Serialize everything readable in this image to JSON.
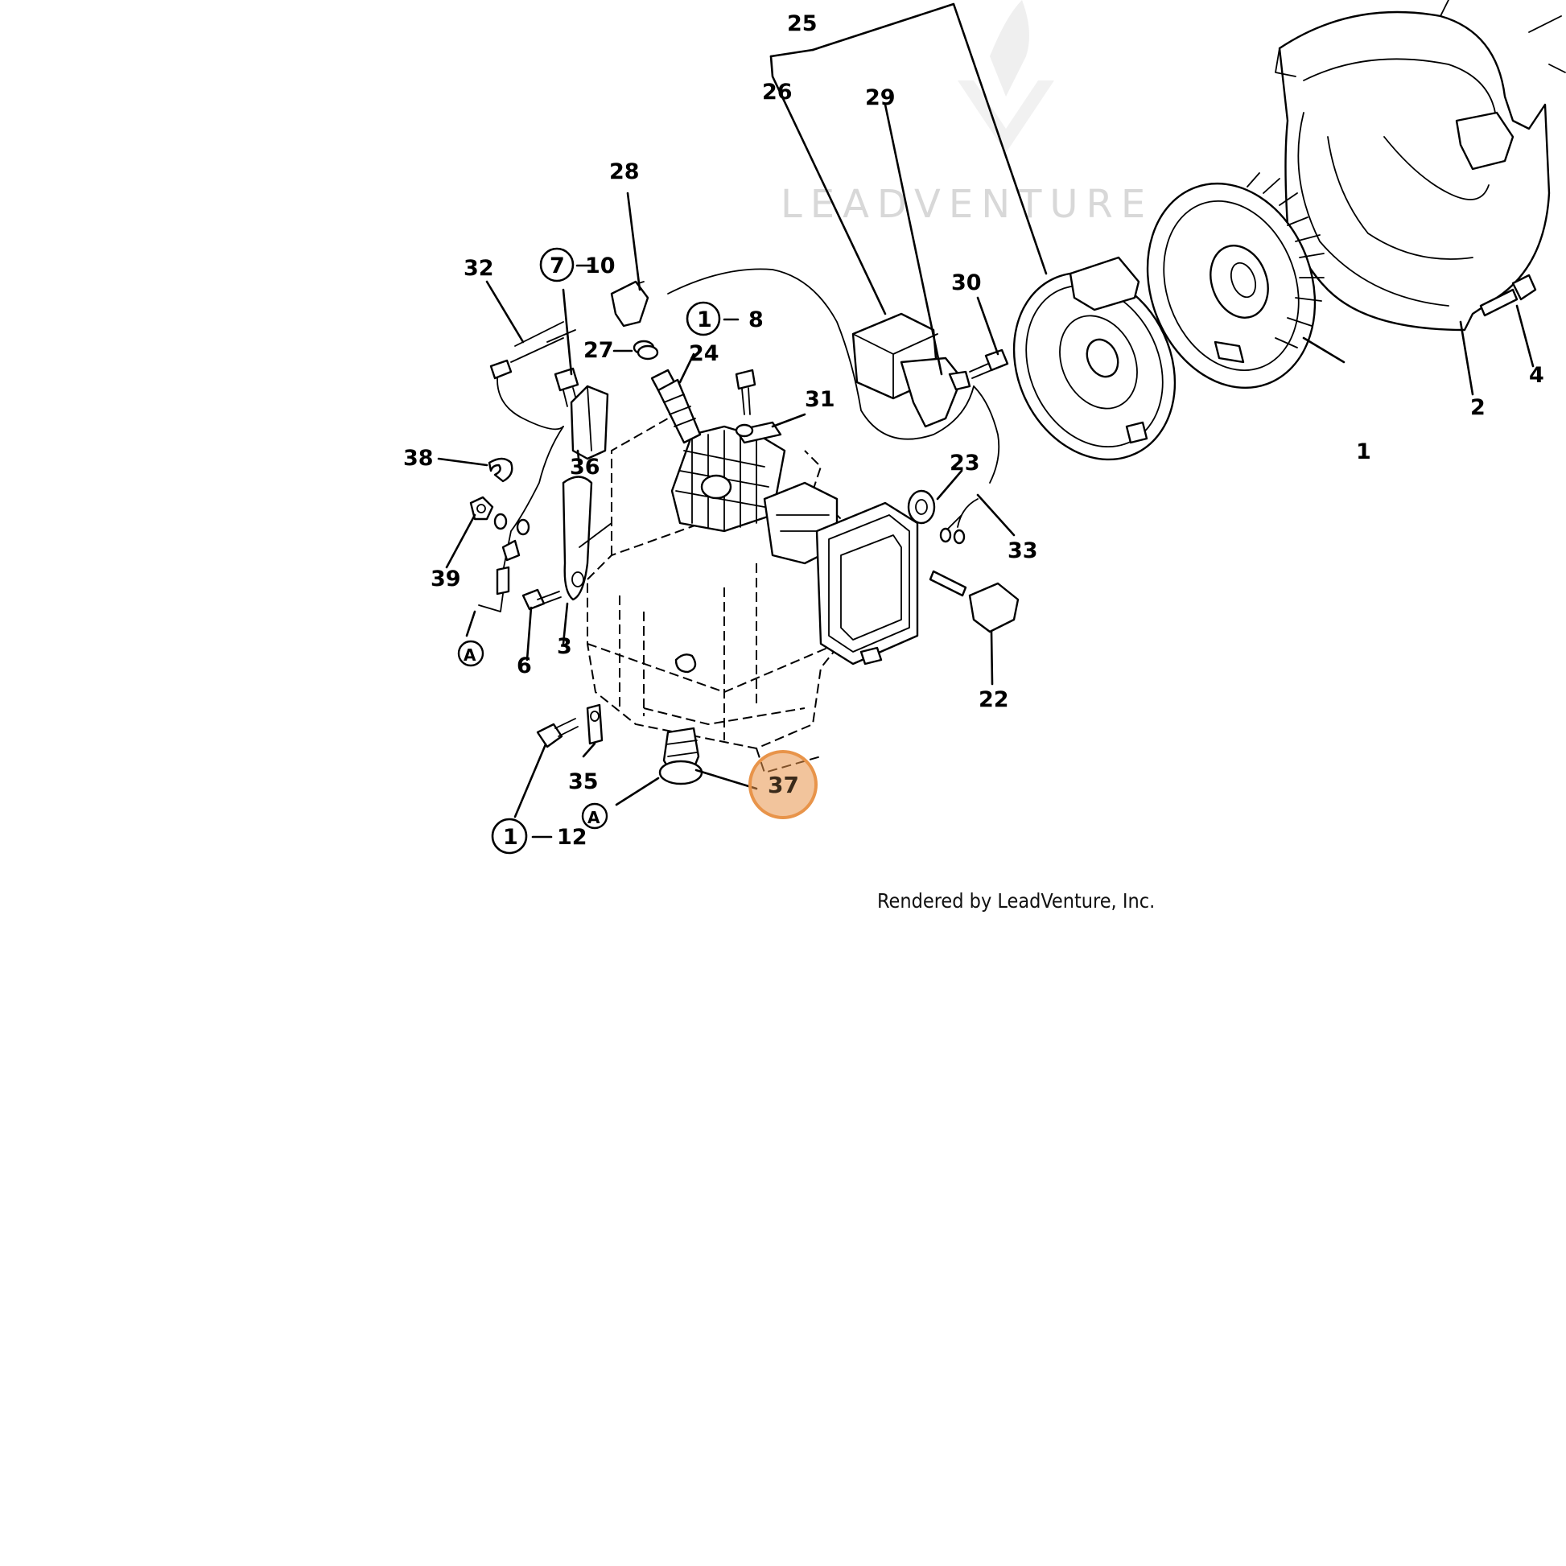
{
  "watermark": "LEADVENTURE",
  "credit": "Rendered by LeadVenture, Inc.",
  "highlight": {
    "label": "37",
    "color": "#e8944a"
  },
  "callouts": {
    "c25": "25",
    "c26": "26",
    "c29": "29",
    "c28": "28",
    "c32": "32",
    "c7": "7",
    "c10": "10",
    "c1a": "1",
    "c8": "8",
    "c27": "27",
    "c24": "24",
    "c30": "30",
    "c31": "31",
    "c38": "38",
    "c36": "36",
    "c23": "23",
    "c33": "33",
    "c39": "39",
    "c3": "3",
    "c6": "6",
    "c22": "22",
    "cA1": "A",
    "c35": "35",
    "cA2": "A",
    "c1b": "1",
    "c12": "12",
    "c1": "1",
    "c2": "2",
    "c4": "4"
  }
}
